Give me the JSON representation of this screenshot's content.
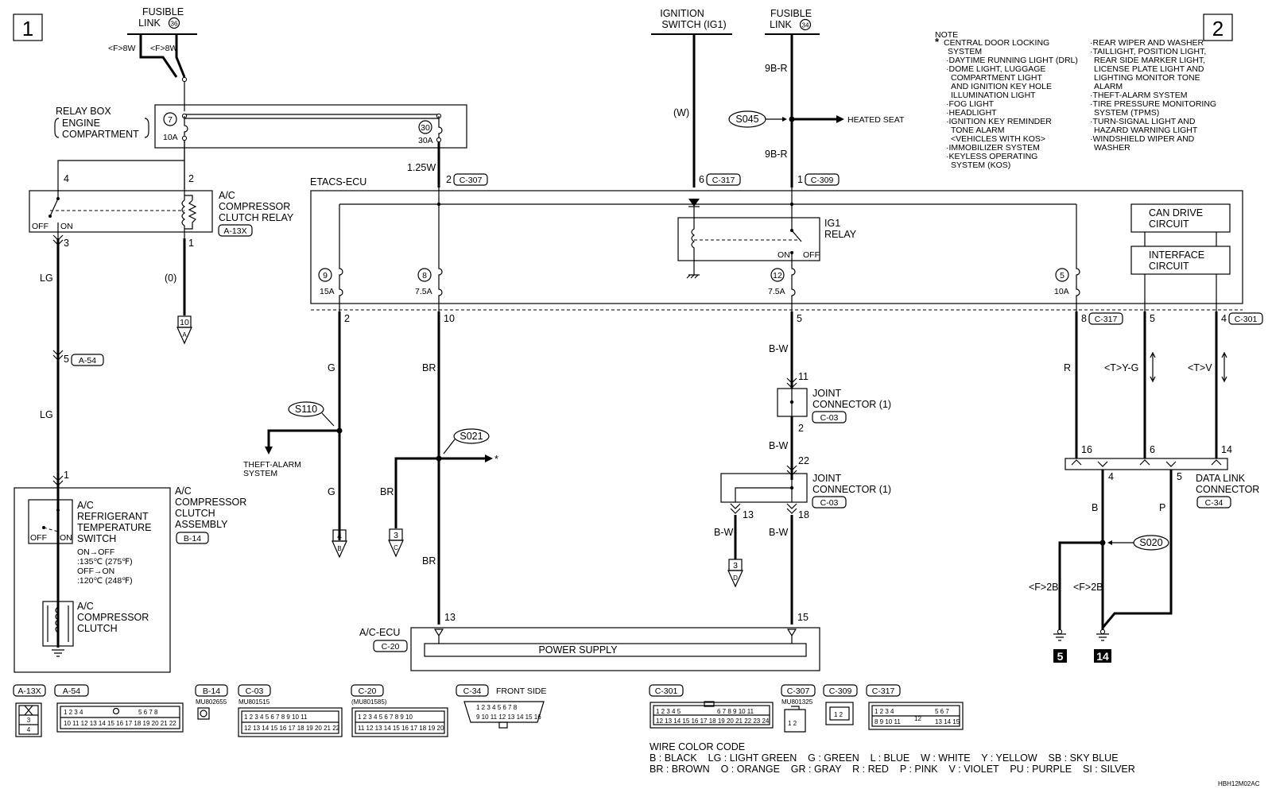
{
  "page_tags": {
    "left": "1",
    "right": "2"
  },
  "fusible_link_left": {
    "line1": "FUSIBLE",
    "line2": "LINK",
    "num": "36",
    "wire_a": "<F>8W",
    "wire_b": "<F>8W"
  },
  "ignition_switch": {
    "line1": "IGNITION",
    "line2": "SWITCH (IG1)",
    "wire": "(W)"
  },
  "fusible_link_right": {
    "line1": "FUSIBLE",
    "line2": "LINK",
    "num": "34",
    "wire_a": "9B-R",
    "wire_b": "9B-R"
  },
  "heated_seat": {
    "splice": "S045",
    "label": "HEATED SEAT"
  },
  "relay_box": {
    "line1": "RELAY BOX",
    "line2": "ENGINE",
    "line3": "COMPARTMENT",
    "fuse7_num": "7",
    "fuse7_rating": "10A",
    "fuse30_num": "30",
    "fuse30_rating": "30A"
  },
  "etacs_feed": {
    "wire": "1.25W",
    "pin": "2",
    "connector": "C-307"
  },
  "ig1_feed": {
    "pin": "6",
    "connector": "C-317"
  },
  "fl34_feed": {
    "pin": "1",
    "connector": "C-309"
  },
  "etacs": {
    "title": "ETACS-ECU",
    "relay_line1": "IG1",
    "relay_line2": "RELAY",
    "on": "ON",
    "off": "OFF",
    "fuses": [
      {
        "num": "9",
        "rating": "15A",
        "out_pin": "2"
      },
      {
        "num": "8",
        "rating": "7.5A",
        "out_pin": "10"
      },
      {
        "num": "12",
        "rating": "7.5A",
        "out_pin": "5"
      },
      {
        "num": "5",
        "rating": "10A",
        "out_pin": "8",
        "out_conn": "C-317"
      }
    ],
    "can_line1": "CAN DRIVE",
    "can_line2": "CIRCUIT",
    "if_line1": "INTERFACE",
    "if_line2": "CIRCUIT",
    "pin5": "5",
    "pin4": "4",
    "conn301": "C-301"
  },
  "ac_relay": {
    "line1": "A/C",
    "line2": "COMPRESSOR",
    "line3": "CLUTCH RELAY",
    "connector": "A-13X",
    "pin4": "4",
    "pin2": "2",
    "pin3": "3",
    "pin1": "1",
    "off": "OFF",
    "on": "ON"
  },
  "left_circuit": {
    "wire_lg1": "LG",
    "wire_0": "(0)",
    "gnd_num": "10",
    "gnd_letter": "A",
    "pin5": "5",
    "conn_a54": "A-54",
    "wire_lg2": "LG",
    "pin1": "1"
  },
  "ac_assembly": {
    "line1": "A/C",
    "line2": "COMPRESSOR",
    "line3": "CLUTCH",
    "line4": "ASSEMBLY",
    "connector": "B-14",
    "sw_line1": "A/C",
    "sw_line2": "REFRIGERANT",
    "sw_line3": "TEMPERATURE",
    "sw_line4": "SWITCH",
    "off": "OFF",
    "on": "ON",
    "spec1": "ON→OFF",
    "spec2": ":135℃ (275℉)",
    "spec3": "OFF→ON",
    "spec4": ":120℃ (248℉)",
    "cl_line1": "A/C",
    "cl_line2": "COMPRESSOR",
    "cl_line3": "CLUTCH"
  },
  "g_circuit": {
    "wire1": "G",
    "splice": "S110",
    "theft1": "THEFT-ALARM",
    "theft2": "SYSTEM",
    "wire2": "G",
    "gnd_num": "4",
    "gnd_letter": "B"
  },
  "br_circuit": {
    "wire1": "BR",
    "splice": "S021",
    "star": "*",
    "wire2": "BR",
    "gnd_num": "3",
    "gnd_letter": "C",
    "wire3": "BR",
    "pin13": "13"
  },
  "bw_circuit": {
    "wire1": "B-W",
    "pin11": "11",
    "jc1_line1": "JOINT",
    "jc1_line2": "CONNECTOR (1)",
    "jc1_conn": "C-03",
    "pin2": "2",
    "wire2": "B-W",
    "pin22": "22",
    "jc2_line1": "JOINT",
    "jc2_line2": "CONNECTOR (1)",
    "jc2_conn": "C-03",
    "pin13": "13",
    "pin18": "18",
    "wire3": "B-W",
    "wire4": "B-W",
    "gnd_num": "3",
    "gnd_letter": "D",
    "pin15": "15"
  },
  "ac_ecu": {
    "title": "A/C-ECU",
    "connector": "C-20",
    "power": "POWER SUPPLY"
  },
  "right_circuit": {
    "wire_r": "R",
    "wire_ty_g": "<T>Y-G",
    "wire_tv": "<T>V"
  },
  "dlc": {
    "line1": "DATA LINK",
    "line2": "CONNECTOR",
    "connector": "C-34",
    "pin16": "16",
    "pin6": "6",
    "pin14": "14",
    "pin4": "4",
    "pin5": "5",
    "wire_b": "B",
    "wire_p": "P",
    "splice": "S020",
    "gnd_a": "<F>2B",
    "gnd_b": "<F>2B",
    "ground5": "5",
    "ground14": "14"
  },
  "note": {
    "title": "NOTE",
    "star": "*",
    "col1": [
      "CENTRAL DOOR LOCKING",
      "SYSTEM",
      "·DAYTIME RUNNING LIGHT (DRL)",
      "·DOME LIGHT, LUGGAGE",
      "COMPARTMENT LIGHT",
      "AND IGNITION KEY HOLE",
      "ILLUMINATION LIGHT",
      "·FOG LIGHT",
      "·HEADLIGHT",
      "·IGNITION KEY REMINDER",
      "TONE ALARM",
      "<VEHICLES WITH KOS>",
      "·IMMOBILIZER SYSTEM",
      "·KEYLESS OPERATING",
      "SYSTEM (KOS)"
    ],
    "col2": [
      "·REAR WIPER AND WASHER",
      "·TAILLIGHT, POSITION LIGHT,",
      "REAR SIDE MARKER LIGHT,",
      "LICENSE PLATE LIGHT AND",
      "LIGHTING MONITOR TONE",
      "ALARM",
      "·THEFT-ALARM SYSTEM",
      "·TIRE PRESSURE MONITORING",
      "SYSTEM (TPMS)",
      "·TURN-SIGNAL LIGHT AND",
      "HAZARD WARNING LIGHT",
      "·WINDSHIELD WIPER AND",
      "WASHER"
    ]
  },
  "connector_views": {
    "a13x": "A-13X",
    "a54": "A-54",
    "b14": "B-14",
    "b14_part": "MU802655",
    "c03": "C-03",
    "c03_part": "MU801515",
    "c20": "C-20",
    "c20_part": "(MU801585)",
    "c34": "C-34",
    "c34_note": "FRONT SIDE",
    "c301": "C-301",
    "c307": "C-307",
    "c307_part": "MU801325",
    "c309": "C-309",
    "c317": "C-317"
  },
  "wire_color_code": {
    "title": "WIRE COLOR CODE",
    "row1": "B : BLACK    LG : LIGHT GREEN    G : GREEN    L : BLUE    W : WHITE    Y : YELLOW    SB : SKY BLUE",
    "row2": "BR : BROWN    O : ORANGE    GR : GRAY    R : RED    P : PINK    V : VIOLET    PU : PURPLE    SI : SILVER"
  },
  "figure_code": "HBH12M02AC"
}
